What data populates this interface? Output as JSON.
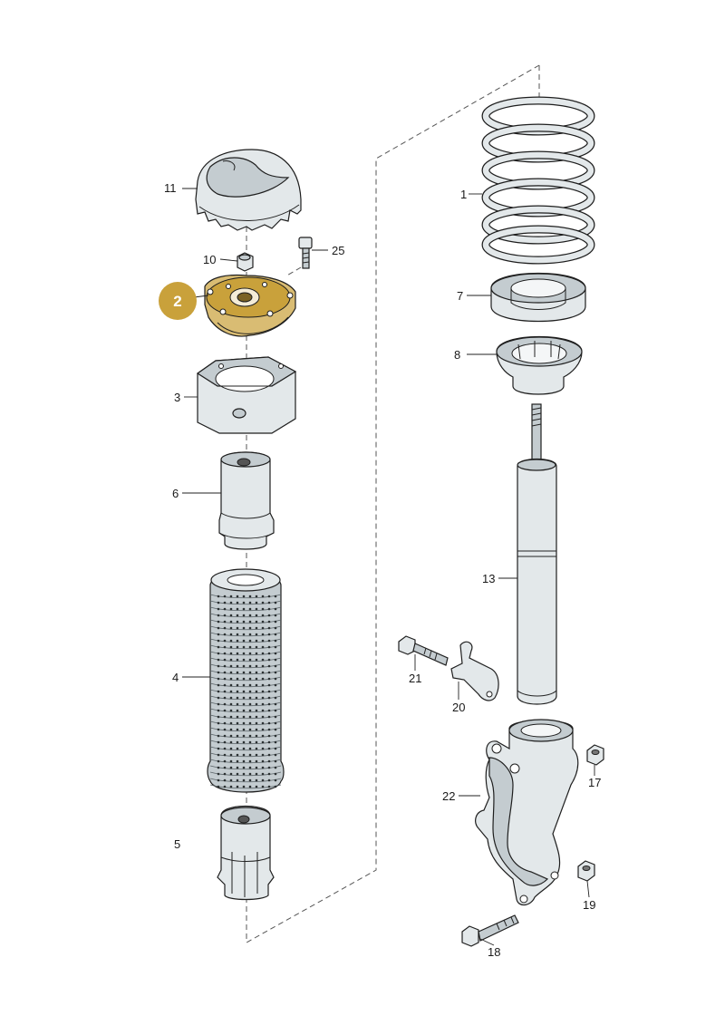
{
  "diagram": {
    "highlight": {
      "part": "2",
      "color": "#c9a13b",
      "part_fill": "#d9bc73"
    },
    "callouts": [
      "1",
      "2",
      "3",
      "4",
      "5",
      "6",
      "7",
      "8",
      "10",
      "11",
      "13",
      "17",
      "18",
      "19",
      "20",
      "21",
      "22",
      "25"
    ]
  }
}
